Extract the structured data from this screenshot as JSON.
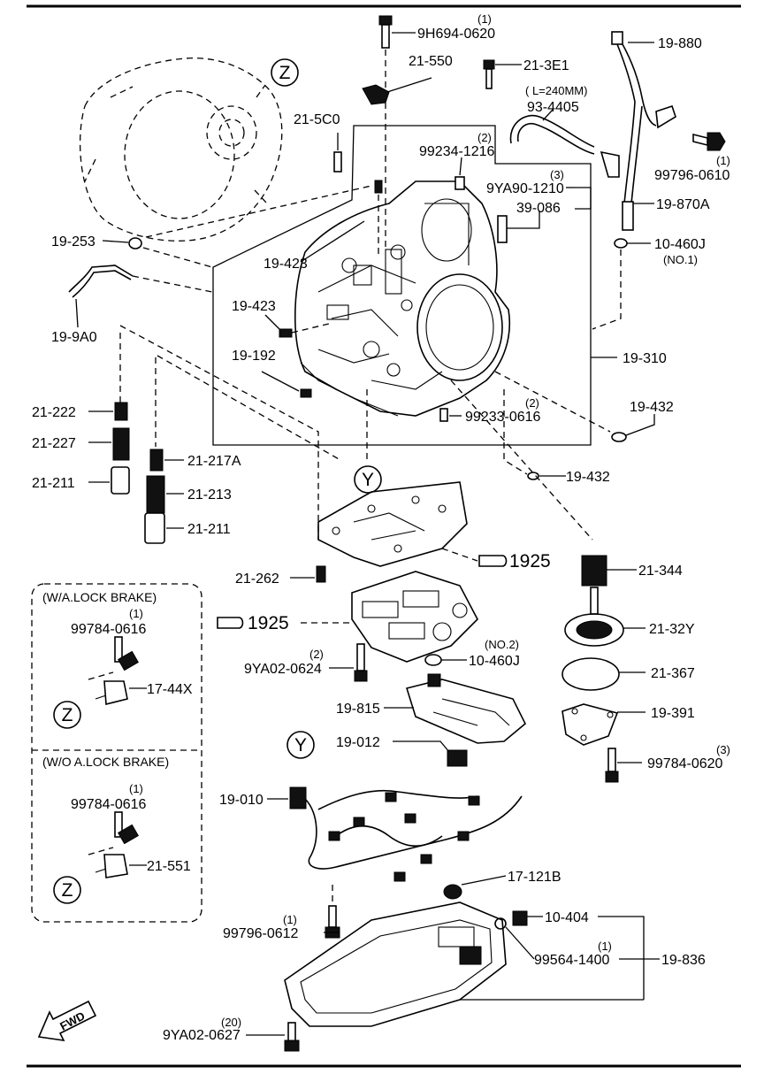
{
  "callouts": {
    "z_top": "Z",
    "y_mid": "Y",
    "y_lower": "Y",
    "z_wa": "Z",
    "z_wo": "Z"
  },
  "parts": {
    "p9h694": "9H694-0620",
    "p9h694_qty": "(1)",
    "p21_550": "21-550",
    "p21_3e1": "21-3E1",
    "p19_880": "19-880",
    "p93_4405_note": "( L=240MM)",
    "p93_4405": "93-4405",
    "p21_5c0": "21-5C0",
    "p99234": "99234-1216",
    "p99234_qty": "(2)",
    "p9ya90": "9YA90-1210",
    "p9ya90_qty": "(3)",
    "p39_086": "39-086",
    "p99796_top": "99796-0610",
    "p99796_top_qty": "(1)",
    "p19_870a": "19-870A",
    "p10_460j_top": "10-460J",
    "p10_460j_top_note": "(NO.1)",
    "p19_253": "19-253",
    "p19_423_a": "19-423",
    "p19_9a0": "19-9A0",
    "p19_423_b": "19-423",
    "p19_192": "19-192",
    "p19_310": "19-310",
    "p99233": "99233-0616",
    "p99233_qty": "(2)",
    "p19_432_a": "19-432",
    "p19_432_b": "19-432",
    "p21_222": "21-222",
    "p21_227": "21-227",
    "p21_211_a": "21-211",
    "p21_217a": "21-217A",
    "p21_213": "21-213",
    "p21_211_b": "21-211",
    "p1925_a": "1925",
    "p21_262": "21-262",
    "p21_344": "21-344",
    "p1925_b": "1925",
    "p21_32y": "21-32Y",
    "p10_460j_b_note": "(NO.2)",
    "p10_460j_b": "10-460J",
    "p9ya02_0624": "9YA02-0624",
    "p9ya02_0624_qty": "(2)",
    "p21_367": "21-367",
    "p19_815": "19-815",
    "p19_391": "19-391",
    "p99784_0620": "99784-0620",
    "p99784_0620_qty": "(3)",
    "p19_012": "19-012",
    "p19_010": "19-010",
    "p17_121b": "17-121B",
    "p99796_0612": "99796-0612",
    "p99796_0612_qty": "(1)",
    "p10_404": "10-404",
    "p99564": "99564-1400",
    "p99564_qty": "(1)",
    "p19_836": "19-836",
    "p9ya02_0627": "9YA02-0627",
    "p9ya02_0627_qty": "(20)"
  },
  "boxes": {
    "wa_title": "(W/A.LOCK BRAKE)",
    "wa_part": "99784-0616",
    "wa_qty": "(1)",
    "wa_17_44x": "17-44X",
    "wo_title": "(W/O A.LOCK BRAKE)",
    "wo_part": "99784-0616",
    "wo_qty": "(1)",
    "wo_21_551": "21-551"
  },
  "fwd": "FWD"
}
